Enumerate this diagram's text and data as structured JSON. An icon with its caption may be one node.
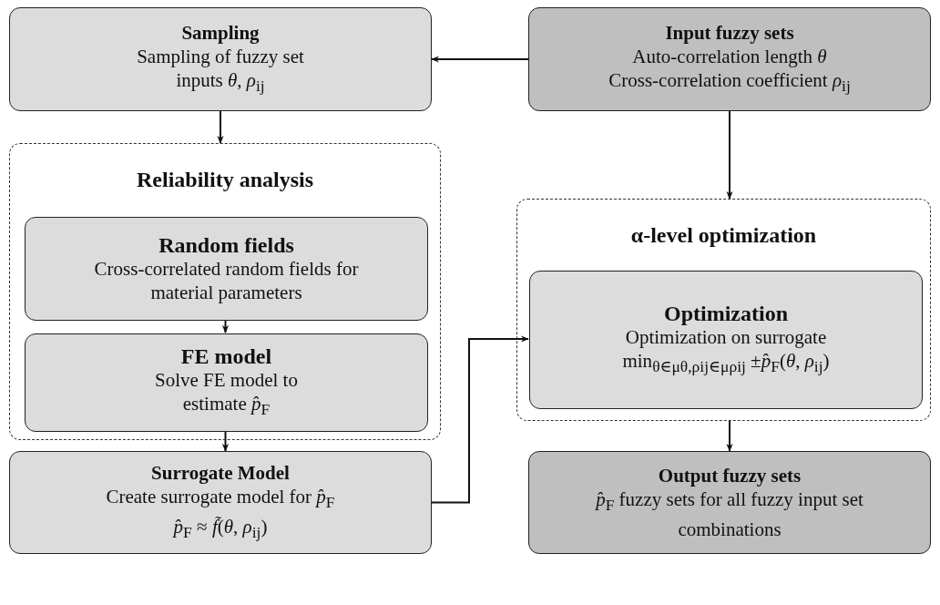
{
  "diagram": {
    "nodes": [
      {
        "text": [
          "Sampling",
          "Sampling of fuzzy set inputs *θ*, *ρ*$_{ij}$"
        ]
      },
      {
        "text": [
          "Input fuzzy sets",
          "Auto-correlation length *θ*",
          "Cross-correlation coefficient *ρ*$_{ij}$"
        ]
      },
      {
        "text": [
          "Reliability analysis"
        ]
      },
      {
        "text": [
          "Random fields",
          "Cross-correlated random fields for material parameters"
        ],
        "in": 2
      },
      {
        "text": [
          "FE model",
          "Solve FE model to estimate *p̂*$_{F}$"
        ],
        "in": 2
      },
      {
        "text": [
          "Surrogate Model",
          "Create surrogate model for *p̂*$_{F}$",
          "*p̂*$_{F}$  ≈  *f̃*(*θ*, *ρ*$_{ij}$)"
        ]
      },
      {
        "text": [
          "α-level optimization"
        ]
      },
      {
        "text": [
          "Optimization",
          "Optimization on surrogate",
          "min$_{θ∈μθ,ρij∈μρij}$ ±*p̂*$_{F}$(*θ*, *ρ*$_{ij}$)"
        ],
        "in": 6
      },
      {
        "text": [
          "Output fuzzy sets",
          "*p̂*$_{F}$ fuzzy sets for all fuzzy input set combinations"
        ]
      }
    ],
    "edges": [
      {
        "from": 1,
        "to": 0,
        "arrow": "to"
      },
      {
        "from": 0,
        "to": 2,
        "arrow": "to"
      },
      {
        "from": 3,
        "to": 4,
        "arrow": "to"
      },
      {
        "from": 4,
        "to": 5,
        "arrow": "to"
      },
      {
        "from": 1,
        "to": 6,
        "arrow": "to"
      },
      {
        "from": 5,
        "to": 7,
        "arrow": "to"
      },
      {
        "from": 6,
        "to": 8,
        "arrow": "to"
      }
    ]
  }
}
